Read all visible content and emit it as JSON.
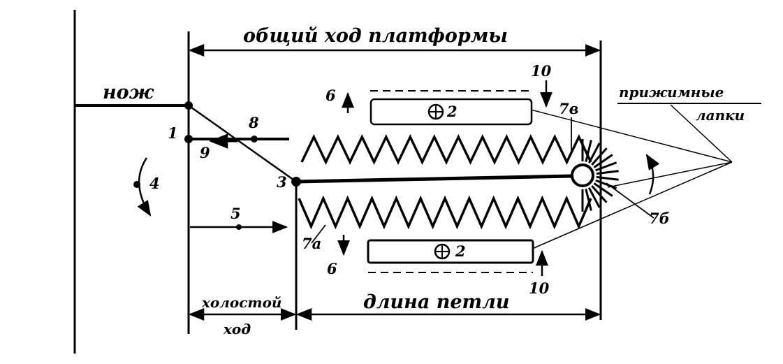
{
  "labels": {
    "total_travel": "общий ход платформы",
    "knife": "нож",
    "presser_feet_line1": "прижимные",
    "presser_feet_line2": "лапки",
    "idle_line1": "холостой",
    "idle_line2": "ход",
    "loop_length": "длина петли"
  },
  "numbers": {
    "n1": "1",
    "n2_top": "2",
    "n2_bottom": "2",
    "n3": "3",
    "n4": "4",
    "n5": "5",
    "n6_top": "6",
    "n6_bottom": "6",
    "n7a": "7а",
    "n7b": "7б",
    "n7v": "7в",
    "n8": "8",
    "n9": "9",
    "n10_top": "10",
    "n10_bottom": "10"
  },
  "colors": {
    "ink": "#000000",
    "paper": "#ffffff"
  }
}
